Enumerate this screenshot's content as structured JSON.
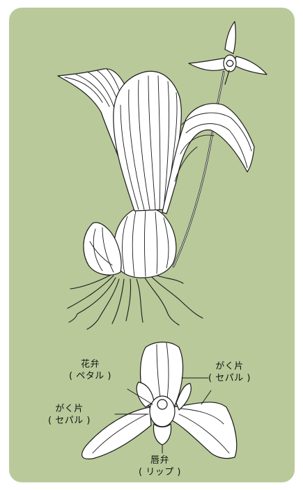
{
  "colors": {
    "background": "#b9c99a",
    "line": "#1a1a1a",
    "fill": "#ffffff",
    "text": "#111111"
  },
  "labels": {
    "petal": {
      "name": "花弁",
      "reading": "( ペタル )"
    },
    "sepal_right": {
      "name": "がく片",
      "reading": "( セパル )"
    },
    "sepal_left": {
      "name": "がく片",
      "reading": "( セパル )"
    },
    "lip": {
      "name": "唇弁",
      "reading": "( リップ )"
    }
  }
}
